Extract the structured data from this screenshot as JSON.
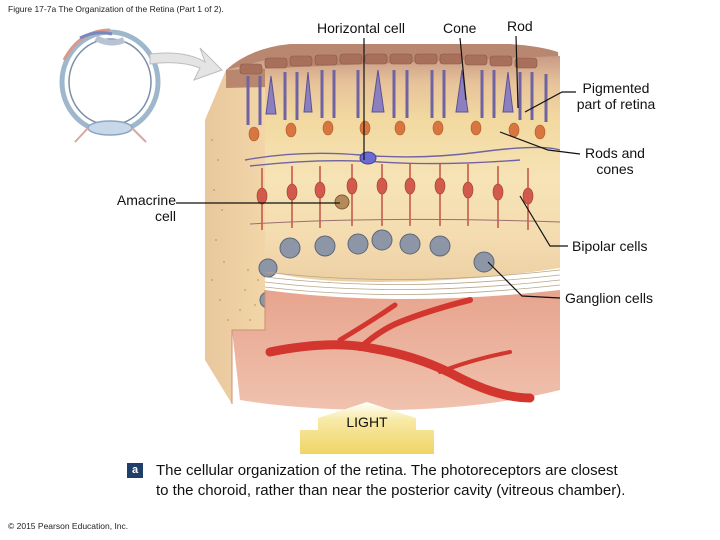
{
  "figure": {
    "title": "Figure 17-7a The Organization of the Retina (Part 1 of 2).",
    "panel_letter": "a",
    "caption": "The cellular organization of the retina. The photoreceptors are closest to the choroid, rather than near the posterior cavity (vitreous chamber).",
    "copyright": "© 2015 Pearson Education, Inc."
  },
  "labels": {
    "horizontal_cell": "Horizontal cell",
    "cone": "Cone",
    "rod": "Rod",
    "pigmented_line1": "Pigmented",
    "pigmented_line2": "part of retina",
    "rods_cones_line1": "Rods and",
    "rods_cones_line2": "cones",
    "amacrine_line1": "Amacrine",
    "amacrine_line2": "cell",
    "bipolar": "Bipolar cells",
    "ganglion": "Ganglion cells",
    "light": "LIGHT"
  },
  "colors": {
    "pigment_layer": "#c89a86",
    "photoreceptor_layer": "#f2d9a0",
    "rod_color": "#8a7fb8",
    "cell_red": "#d25a4a",
    "ganglion_gray": "#8c96a6",
    "blood_vessel": "#d3362e",
    "light_arrow": "#f3dc78",
    "panel_badge": "#1f3f6a"
  }
}
